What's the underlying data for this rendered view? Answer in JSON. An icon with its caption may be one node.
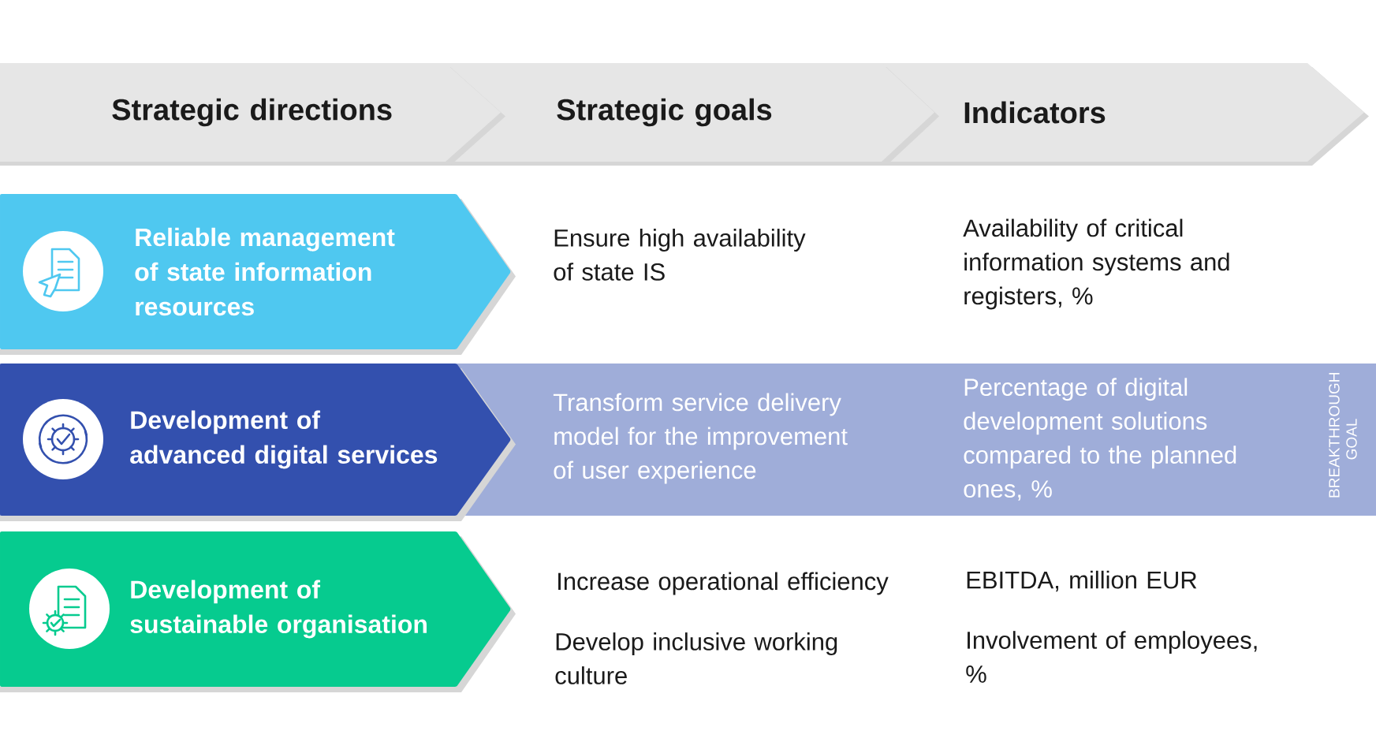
{
  "diagram": {
    "nodes": [
      {
        "text": [
          "Strategic directions"
        ]
      },
      {
        "text": [
          "Strategic goals"
        ]
      },
      {
        "text": [
          "Indicators"
        ]
      },
      {
        "text": [
          "Reliable management of state information resources"
        ]
      },
      {
        "text": [
          "BREAKTHROUGH GOAL"
        ]
      },
      {
        "text": [
          "Development of advanced digital services"
        ],
        "in": 4
      },
      {
        "text": [
          "Development of sustainable organisation"
        ]
      }
    ],
    "labels": [
      "Ensure high availability of state IS",
      "Availability of critical information systems and registers, %",
      "Transform service delivery model for the improvement of user experience",
      "Percentage of digital development solutions compared to the planned ones, %",
      "Increase operational efficiency",
      "EBITDA, million EUR",
      "Develop inclusive working culture",
      "Involvement of employees, %"
    ]
  }
}
